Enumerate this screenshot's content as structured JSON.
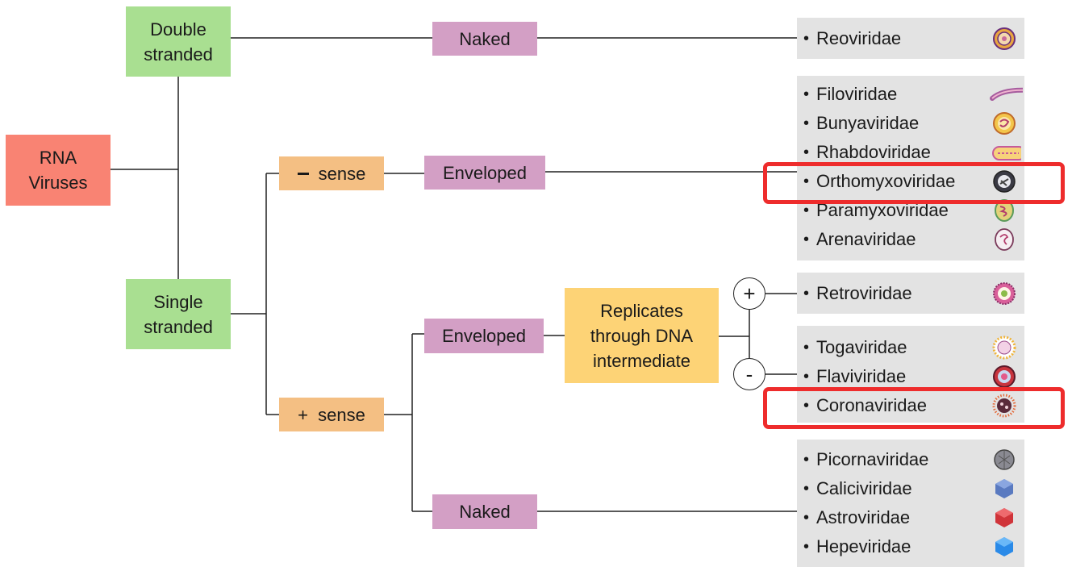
{
  "root": {
    "line1": "RNA",
    "line2": "Viruses"
  },
  "strands": {
    "double": {
      "line1": "Double",
      "line2": "stranded"
    },
    "single": {
      "line1": "Single",
      "line2": "stranded"
    }
  },
  "senses": {
    "negative": "sense",
    "positive": "+  sense"
  },
  "envelopes": {
    "naked_top": "Naked",
    "enveloped_neg": "Enveloped",
    "enveloped_pos": "Enveloped",
    "naked_bottom": "Naked"
  },
  "replication": {
    "line1": "Replicates",
    "line2": "through DNA",
    "line3": "intermediate"
  },
  "signs": {
    "plus": "+",
    "minus": "-"
  },
  "bullet": "•",
  "families": {
    "double_naked": [
      {
        "name": "Reoviridae",
        "icon": "reovirus-icon"
      }
    ],
    "neg_enveloped": [
      {
        "name": "Filoviridae",
        "icon": "filovirus-icon"
      },
      {
        "name": "Bunyaviridae",
        "icon": "bunyavirus-icon"
      },
      {
        "name": "Rhabdoviridae",
        "icon": "rhabdovirus-icon"
      },
      {
        "name": "Orthomyxoviridae",
        "icon": "orthomyxovirus-icon",
        "highlighted": true
      },
      {
        "name": "Paramyxoviridae",
        "icon": "paramyxovirus-icon"
      },
      {
        "name": "Arenaviridae",
        "icon": "arenavirus-icon"
      }
    ],
    "retro": [
      {
        "name": "Retroviridae",
        "icon": "retrovirus-icon"
      }
    ],
    "pos_enveloped": [
      {
        "name": "Togaviridae",
        "icon": "togavirus-icon"
      },
      {
        "name": "Flaviviridae",
        "icon": "flavivirus-icon"
      },
      {
        "name": "Coronaviridae",
        "icon": "coronavirus-icon",
        "highlighted": true
      }
    ],
    "pos_naked": [
      {
        "name": "Picornaviridae",
        "icon": "picornavirus-icon"
      },
      {
        "name": "Caliciviridae",
        "icon": "calicivirus-icon"
      },
      {
        "name": "Astroviridae",
        "icon": "astrovirus-icon"
      },
      {
        "name": "Hepeviridae",
        "icon": "hepevirus-icon"
      }
    ]
  },
  "colors": {
    "root": "#f98373",
    "strand": "#a9df91",
    "sense": "#f4bf83",
    "envelope": "#d39fc5",
    "replication": "#fdd376",
    "panel": "#e3e3e3",
    "highlight": "#ee2c2c"
  }
}
